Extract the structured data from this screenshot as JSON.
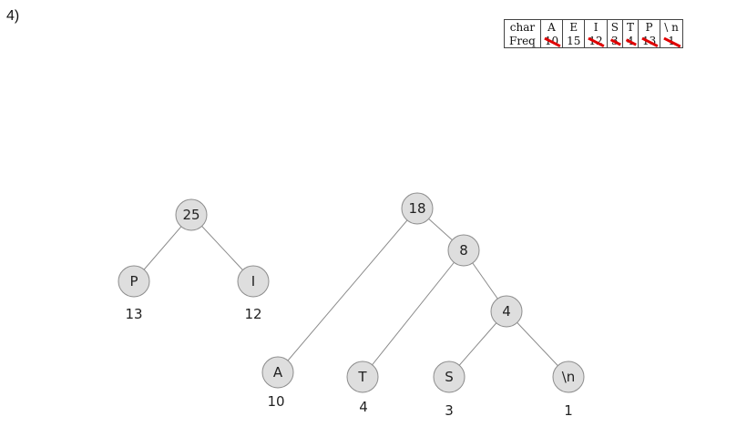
{
  "problem_number": "4)",
  "frequency_table": {
    "row_labels": {
      "char": "char",
      "freq": "Freq"
    },
    "columns": [
      {
        "char": "A",
        "freq": "10",
        "struck": true
      },
      {
        "char": "E",
        "freq": "15",
        "struck": false
      },
      {
        "char": "I",
        "freq": "12",
        "struck": true
      },
      {
        "char": "S",
        "freq": "3",
        "struck": true
      },
      {
        "char": "T",
        "freq": "4",
        "struck": true
      },
      {
        "char": "P",
        "freq": "13",
        "struck": true
      },
      {
        "char": "\\ n",
        "freq": "1",
        "struck": true
      }
    ],
    "strike_color": "#e00000"
  },
  "trees": [
    {
      "root": "25",
      "nodes": [
        {
          "id": "t1-root",
          "label": "25",
          "parent": null
        },
        {
          "id": "t1-P",
          "label": "P",
          "weight": "13",
          "parent": "t1-root"
        },
        {
          "id": "t1-I",
          "label": "I",
          "weight": "12",
          "parent": "t1-root"
        }
      ]
    },
    {
      "root": "18",
      "nodes": [
        {
          "id": "t2-root",
          "label": "18",
          "parent": null
        },
        {
          "id": "t2-A",
          "label": "A",
          "weight": "10",
          "parent": "t2-root"
        },
        {
          "id": "t2-8",
          "label": "8",
          "parent": "t2-root"
        },
        {
          "id": "t2-T",
          "label": "T",
          "weight": "4",
          "parent": "t2-8"
        },
        {
          "id": "t2-4",
          "label": "4",
          "parent": "t2-8"
        },
        {
          "id": "t2-S",
          "label": "S",
          "weight": "3",
          "parent": "t2-4"
        },
        {
          "id": "t2-nl",
          "label": "\\n",
          "weight": "1",
          "parent": "t2-4"
        }
      ]
    }
  ]
}
